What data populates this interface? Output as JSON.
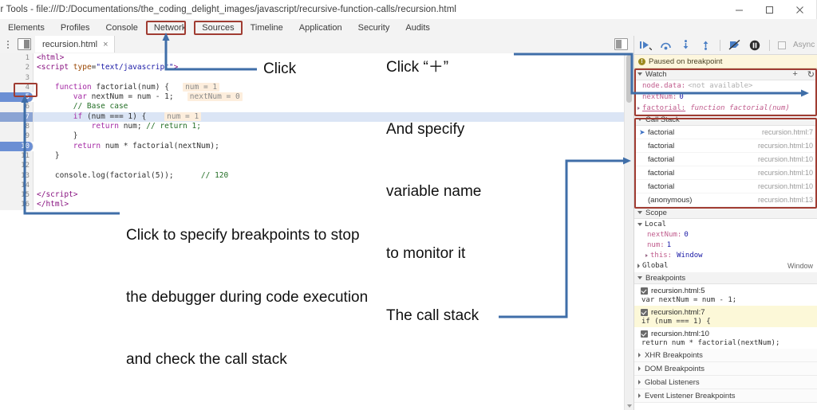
{
  "window": {
    "title": "er Tools - file:///D:/Documentations/the_coding_delight_images/javascript/recursive-function-calls/recursion.html",
    "minimize": "minimize-icon",
    "maximize": "maximize-icon",
    "close": "close-icon"
  },
  "devtools_tabs": [
    {
      "label": "Elements",
      "selected": false
    },
    {
      "label": "Profiles",
      "selected": false
    },
    {
      "label": "Console",
      "selected": false
    },
    {
      "label": "Network",
      "selected": false
    },
    {
      "label": "Sources",
      "selected": true
    },
    {
      "label": "Timeline",
      "selected": false
    },
    {
      "label": "Application",
      "selected": false
    },
    {
      "label": "Security",
      "selected": false
    },
    {
      "label": "Audits",
      "selected": false
    }
  ],
  "subbar": {
    "file_tab_label": "recursion.html",
    "file_tab_close": "×",
    "menu_icon": "kebab-menu-icon",
    "navigator_toggle_icon": "show-navigator-icon",
    "debugger_toggle_icon": "show-debugger-icon"
  },
  "editor": {
    "lines": [
      {
        "num": "1",
        "state": "none",
        "html": "<span class=\"tag\">&lt;html&gt;</span>"
      },
      {
        "num": "2",
        "state": "none",
        "html": "<span class=\"tag\">&lt;script</span> <span class=\"attr\">type</span>=<span class=\"str\">\"text/javascript\"</span><span class=\"tag\">&gt;</span>"
      },
      {
        "num": "3",
        "state": "none",
        "html": ""
      },
      {
        "num": "4",
        "state": "none",
        "html": "    <span class=\"kw\">function</span> <span class=\"fn\">factorial</span>(num) {   <span class=\"inline-val\">num = 1</span>"
      },
      {
        "num": "5",
        "state": "bp",
        "html": "        <span class=\"kw\">var</span> nextNum = num - 1;   <span class=\"inline-val\">nextNum = 0</span>"
      },
      {
        "num": "6",
        "state": "none",
        "html": "        <span class=\"com\">// Base case</span>"
      },
      {
        "num": "7",
        "state": "current",
        "html": "        <span class=\"kw\">if</span> (num === 1) {    <span class=\"inline-val\">num = 1</span>"
      },
      {
        "num": "8",
        "state": "none",
        "html": "            <span class=\"kw\">return</span> num; <span class=\"com\">// return 1;</span>"
      },
      {
        "num": "9",
        "state": "none",
        "html": "        }"
      },
      {
        "num": "10",
        "state": "bp",
        "html": "        <span class=\"kw\">return</span> num * factorial(nextNum);"
      },
      {
        "num": "11",
        "state": "none",
        "html": "    }"
      },
      {
        "num": "12",
        "state": "none",
        "html": ""
      },
      {
        "num": "13",
        "state": "none",
        "html": "    console.log(factorial(5));      <span class=\"com\">// 120</span>"
      },
      {
        "num": "14",
        "state": "none",
        "html": ""
      },
      {
        "num": "15",
        "state": "none",
        "html": "<span class=\"tag\">&lt;/script&gt;</span>"
      },
      {
        "num": "16",
        "state": "none",
        "html": "<span class=\"tag\">&lt;/html&gt;</span>"
      }
    ]
  },
  "debugger": {
    "toolbar_icons": [
      {
        "name": "resume-script-execution-icon",
        "glyph": "▶"
      },
      {
        "name": "step-over-next-function-icon",
        "glyph": "↷"
      },
      {
        "name": "step-into-next-function-icon",
        "glyph": "↧"
      },
      {
        "name": "step-out-of-function-icon",
        "glyph": "↥"
      },
      {
        "name": "deactivate-breakpoints-icon",
        "glyph": "⃠"
      },
      {
        "name": "pause-on-exceptions-icon",
        "glyph": "⏸"
      }
    ],
    "async_label": "Async",
    "paused_message": "Paused on breakpoint",
    "watch": {
      "title": "Watch",
      "add_label": "+",
      "refresh_label": "↻",
      "entries": [
        {
          "key": "node.data:",
          "value": "<not available>",
          "kind": "unavailable",
          "expandable": false
        },
        {
          "key": "nextNum:",
          "value": "0",
          "kind": "number",
          "expandable": false
        },
        {
          "key": "factorial:",
          "value": "function factorial(num)",
          "kind": "function",
          "expandable": true
        }
      ]
    },
    "call_stack": {
      "title": "Call Stack",
      "frames": [
        {
          "name": "factorial",
          "location": "recursion.html:7",
          "current": true
        },
        {
          "name": "factorial",
          "location": "recursion.html:10",
          "current": false
        },
        {
          "name": "factorial",
          "location": "recursion.html:10",
          "current": false
        },
        {
          "name": "factorial",
          "location": "recursion.html:10",
          "current": false
        },
        {
          "name": "factorial",
          "location": "recursion.html:10",
          "current": false
        },
        {
          "name": "(anonymous)",
          "location": "recursion.html:13",
          "current": false
        }
      ]
    },
    "scope": {
      "title": "Scope",
      "local_title": "Local",
      "local_vars": [
        {
          "key": "nextNum:",
          "value": "0",
          "kind": "number"
        },
        {
          "key": "num:",
          "value": "1",
          "kind": "number"
        }
      ],
      "this_key": "this:",
      "this_value": "Window",
      "global_title": "Global",
      "global_value": "Window"
    },
    "breakpoints": {
      "title": "Breakpoints",
      "items": [
        {
          "location": "recursion.html:5",
          "code": "var nextNum = num - 1;",
          "checked": true,
          "highlighted": false
        },
        {
          "location": "recursion.html:7",
          "code": "if (num === 1) {",
          "checked": true,
          "highlighted": true
        },
        {
          "location": "recursion.html:10",
          "code": "return num * factorial(nextNum);",
          "checked": true,
          "highlighted": false
        }
      ]
    },
    "other_sections": [
      {
        "label": "XHR Breakpoints"
      },
      {
        "label": "DOM Breakpoints"
      },
      {
        "label": "Global Listeners"
      },
      {
        "label": "Event Listener Breakpoints"
      }
    ]
  },
  "annotations": {
    "click_plus_line1": "Click “＋”",
    "click_plus_line2": "And specify",
    "click_plus_line3": "variable name",
    "click_plus_line4": "to monitor it",
    "click_sources": "Click",
    "breakpoints_line1": "Click to specify breakpoints to stop",
    "breakpoints_line2": "the debugger during code execution",
    "breakpoints_line3": "and check the call stack",
    "call_stack_label": "The call stack"
  },
  "colors": {
    "annotation_arrow": "#3f6ea8",
    "highlight_box": "#a03c32",
    "current_line": "#dbe5f5",
    "breakpoint": "#6b8fd4",
    "paused_bg": "#fdf6dd"
  }
}
